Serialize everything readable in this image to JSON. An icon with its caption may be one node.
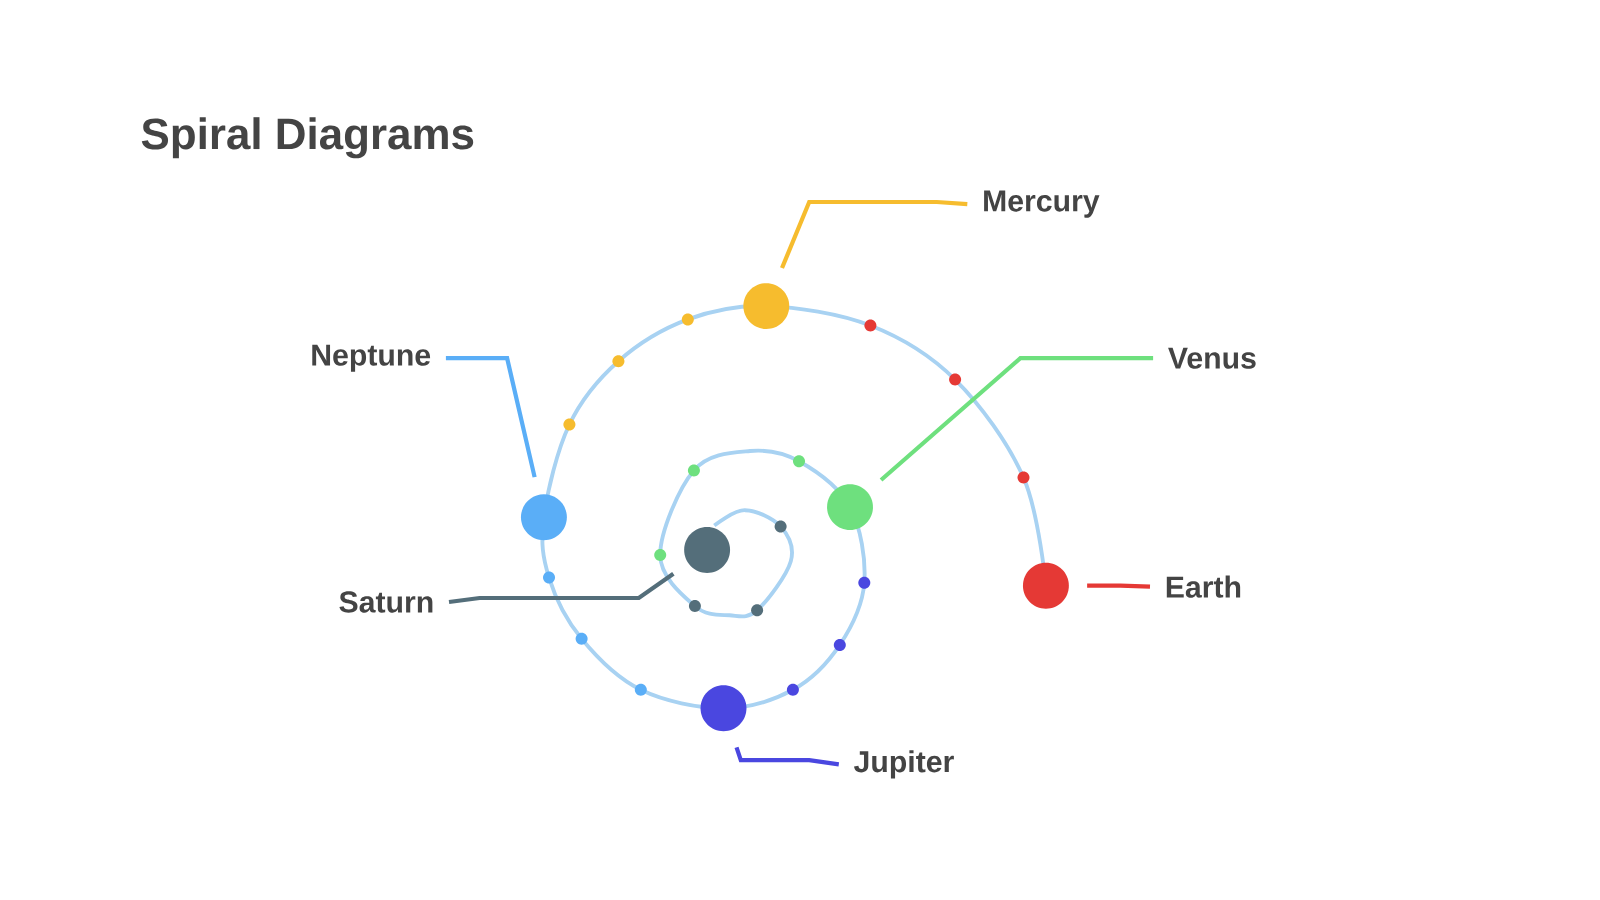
{
  "diagram": {
    "title": "Spiral Diagrams",
    "nodes": [
      {
        "text": [
          "Mercury"
        ]
      },
      {
        "text": [
          "Neptune"
        ]
      },
      {
        "text": [
          "Venus"
        ]
      },
      {
        "text": [
          "Saturn"
        ]
      },
      {
        "text": [
          "Earth"
        ]
      },
      {
        "text": [
          "Jupiter"
        ]
      },
      {
        "text": [],
        "shape": "circle"
      },
      {
        "text": [],
        "shape": "circle"
      },
      {
        "text": [],
        "shape": "circle"
      },
      {
        "text": [],
        "shape": "circle"
      },
      {
        "text": [],
        "shape": "circle"
      },
      {
        "text": [],
        "shape": "circle"
      }
    ],
    "edges": [
      {
        "from": 0,
        "to": 6,
        "arrow": "none",
        "color": "#f6bc2e"
      },
      {
        "from": 1,
        "to": 7,
        "arrow": "none",
        "color": "#5aaef7"
      },
      {
        "from": 2,
        "to": 8,
        "arrow": "none",
        "color": "#6ee07e"
      },
      {
        "from": 3,
        "to": 9,
        "arrow": "none",
        "color": "#546e7a"
      },
      {
        "from": 4,
        "to": 10,
        "arrow": "none",
        "color": "#e53935"
      },
      {
        "from": 5,
        "to": 11,
        "arrow": "none",
        "color": "#4a47e0"
      }
    ]
  }
}
